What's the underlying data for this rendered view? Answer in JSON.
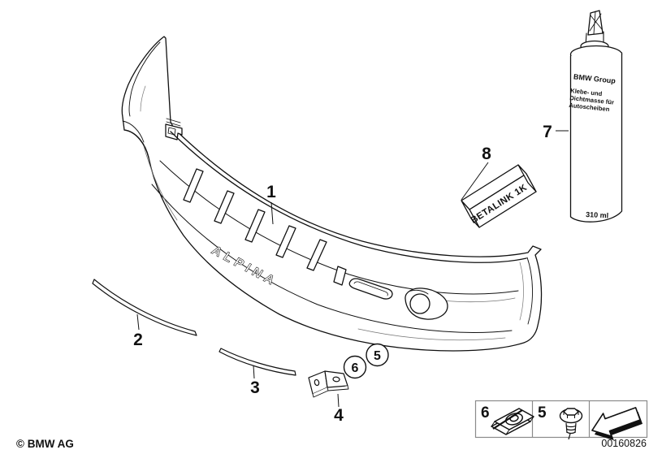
{
  "callouts": {
    "c1": "1",
    "c2": "2",
    "c3": "3",
    "c4": "4",
    "c5": "5",
    "c6": "6",
    "c7": "7",
    "c8": "8"
  },
  "bumper": {
    "emblem_text": "ALPINA"
  },
  "sealant_tube": {
    "brand": "BMW Group",
    "description_line1": "Klebe- und",
    "description_line2": "Dichtmasse für",
    "description_line3": "Autoscheiben",
    "volume": "310 ml"
  },
  "adhesive_box": {
    "label": "BETALINK 1K"
  },
  "legend": {
    "items": [
      {
        "number": "6",
        "icon": "speed-nut-clip-icon"
      },
      {
        "number": "5",
        "icon": "self-tapping-screw-icon"
      },
      {
        "number": "",
        "icon": "back-arrow-icon"
      }
    ]
  },
  "footer": {
    "copyright": "© BMW AG",
    "diagram_number": "00160826"
  },
  "colors": {
    "line": "#111111",
    "background": "#ffffff",
    "legend_border": "#8a8a8a"
  }
}
